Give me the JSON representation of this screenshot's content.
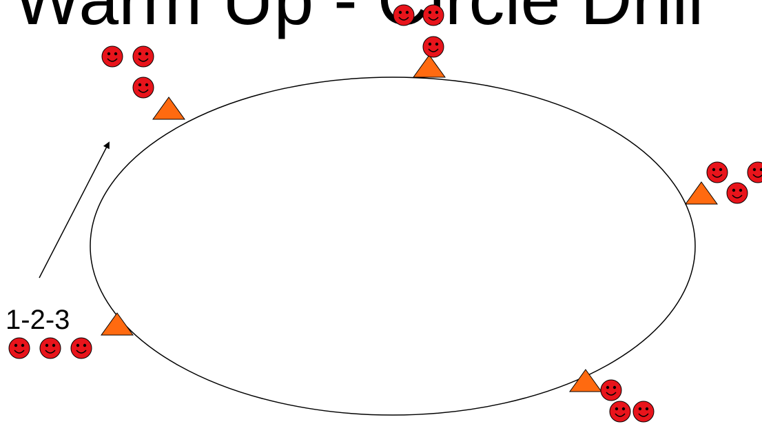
{
  "slide": {
    "title": "Warm Up - Circle Drill",
    "count_label": "1-2-3"
  },
  "colors": {
    "smiley_fill": "#e8141b",
    "cone_fill": "#ff6a10",
    "outline": "#000000"
  },
  "icons": {
    "player": "smiley-face-icon",
    "cone": "triangle-cone-icon",
    "direction": "arrow-icon"
  },
  "groups": [
    {
      "name": "start",
      "players": 3
    },
    {
      "name": "top-left",
      "players": 3
    },
    {
      "name": "top",
      "players": 3
    },
    {
      "name": "right",
      "players": 3
    },
    {
      "name": "bottom-right",
      "players": 3
    }
  ]
}
